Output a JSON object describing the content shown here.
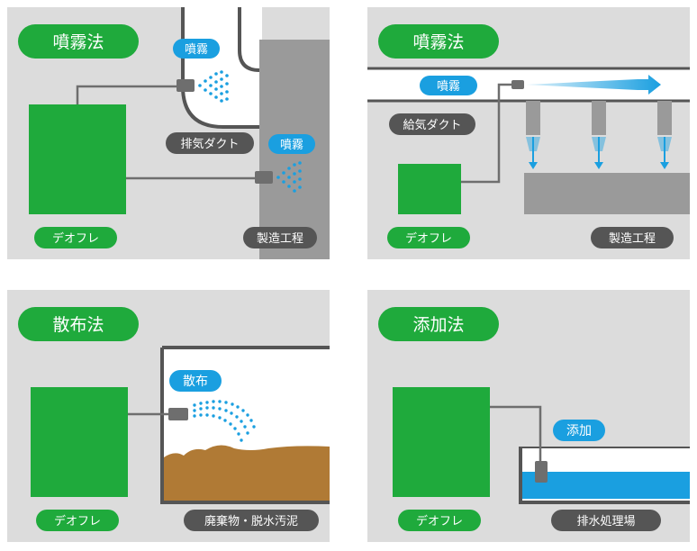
{
  "colors": {
    "panel_bg": "#dcdcdc",
    "green": "#1faa3c",
    "dark_gray": "#555555",
    "mid_gray": "#9a9a9a",
    "blue": "#1a9fe0",
    "soil": "#b07a35",
    "pipe": "#6e6e6e"
  },
  "panels": [
    {
      "title": "噴霧法",
      "labels": {
        "spray_top": "噴霧",
        "spray_right": "噴霧",
        "duct": "排気ダクト",
        "deofure": "デオフレ",
        "process": "製造工程"
      },
      "icons": [
        "nozzle-icon",
        "spray-mist-icon"
      ]
    },
    {
      "title": "噴霧法",
      "labels": {
        "spray": "噴霧",
        "duct": "給気ダクト",
        "deofure": "デオフレ",
        "process": "製造工程"
      },
      "icons": [
        "nozzle-icon",
        "flow-arrow-icon",
        "air-outlet-icon"
      ]
    },
    {
      "title": "散布法",
      "labels": {
        "scatter": "散布",
        "deofure": "デオフレ",
        "target": "廃棄物・脱水汚泥"
      },
      "icons": [
        "nozzle-icon",
        "scatter-spray-icon"
      ]
    },
    {
      "title": "添加法",
      "labels": {
        "add": "添加",
        "deofure": "デオフレ",
        "target": "排水処理場"
      },
      "icons": [
        "dosing-pipe-icon"
      ]
    }
  ]
}
